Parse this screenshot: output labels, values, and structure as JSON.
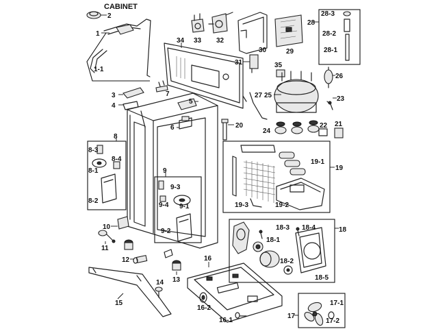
{
  "title": "CABINET",
  "labels": {
    "l1": "1",
    "l1_1": "1-1",
    "l2": "2",
    "l3": "3",
    "l4": "4",
    "l5": "5",
    "l6": "6",
    "l7": "7",
    "l8": "8",
    "l8_1": "8-1",
    "l8_2": "8-2",
    "l8_3": "8-3",
    "l8_4": "8-4",
    "l9": "9",
    "l9_1": "9-1",
    "l9_2": "9-2",
    "l9_3": "9-3",
    "l9_4": "9-4",
    "l10": "10",
    "l11": "11",
    "l12": "12",
    "l13": "13",
    "l14": "14",
    "l15": "15",
    "l16": "16",
    "l16_1": "16-1",
    "l16_2": "16-2",
    "l17": "17",
    "l17_1": "17-1",
    "l17_2": "17-2",
    "l18": "18",
    "l18_1": "18-1",
    "l18_2": "18-2",
    "l18_3": "18-3",
    "l18_4": "18-4",
    "l18_5": "18-5",
    "l19": "19",
    "l19_1": "19-1",
    "l19_2": "19-2",
    "l19_3": "19-3",
    "l20": "20",
    "l21": "21",
    "l22": "22",
    "l23": "23",
    "l24": "24",
    "l25": "25",
    "l26": "26",
    "l27": "27",
    "l28": "28",
    "l28_1": "28-1",
    "l28_2": "28-2",
    "l28_3": "28-3",
    "l29": "29",
    "l30": "30",
    "l31": "31",
    "l32": "32",
    "l33": "33",
    "l34": "34",
    "l35": "35"
  }
}
